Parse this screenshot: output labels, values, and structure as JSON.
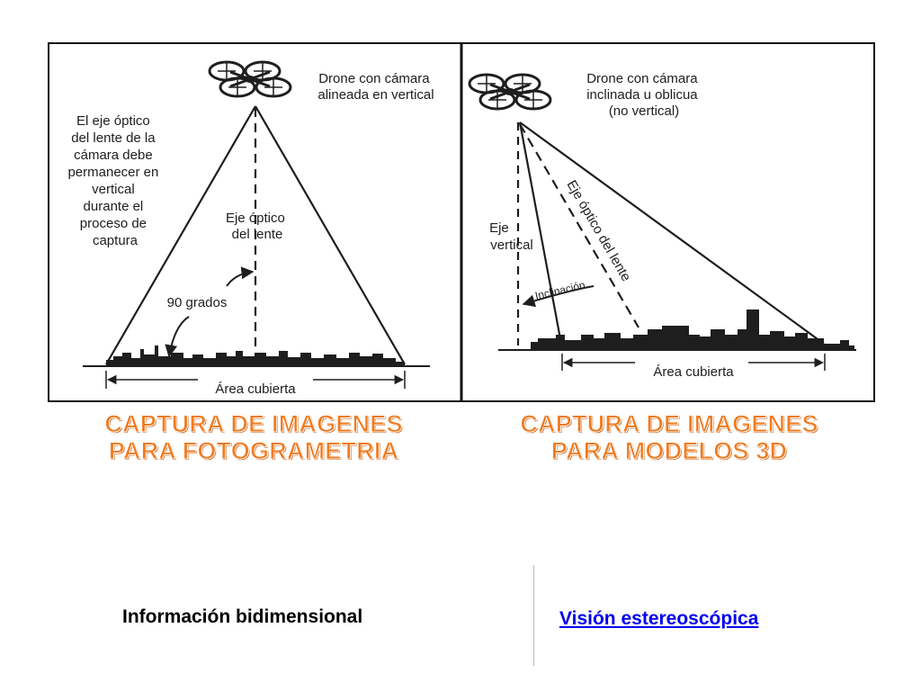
{
  "left_panel": {
    "drone_label": [
      "Drone con cámara",
      "alineada en vertical"
    ],
    "note": [
      "El eje óptico",
      "del lente de la",
      "cámara debe",
      "permanecer en",
      "vertical",
      "durante el",
      "proceso de",
      "captura"
    ],
    "axis_label": [
      "Eje óptico",
      "del lente"
    ],
    "angle_label": "90 grados",
    "area_label": "Área cubierta",
    "caption": [
      "CAPTURA DE IMAGENES",
      "PARA FOTOGRAMETRIA"
    ]
  },
  "right_panel": {
    "drone_label": [
      "Drone con cámara",
      "inclinada u oblicua",
      "(no vertical)"
    ],
    "vertical_axis_label": [
      "Eje",
      "vertical"
    ],
    "optical_axis_label": "Eje óptico del lente",
    "tilt_label": "Inclinación",
    "area_label": "Área cubierta",
    "caption": [
      "CAPTURA DE IMAGENES",
      "PARA MODELOS 3D"
    ]
  },
  "footer": {
    "left_text": "Información bidimensional",
    "right_link": "Visión estereoscópica"
  },
  "colors": {
    "caption": "#f07a1f",
    "link": "#0000ee",
    "ink": "#1e1e1e"
  }
}
